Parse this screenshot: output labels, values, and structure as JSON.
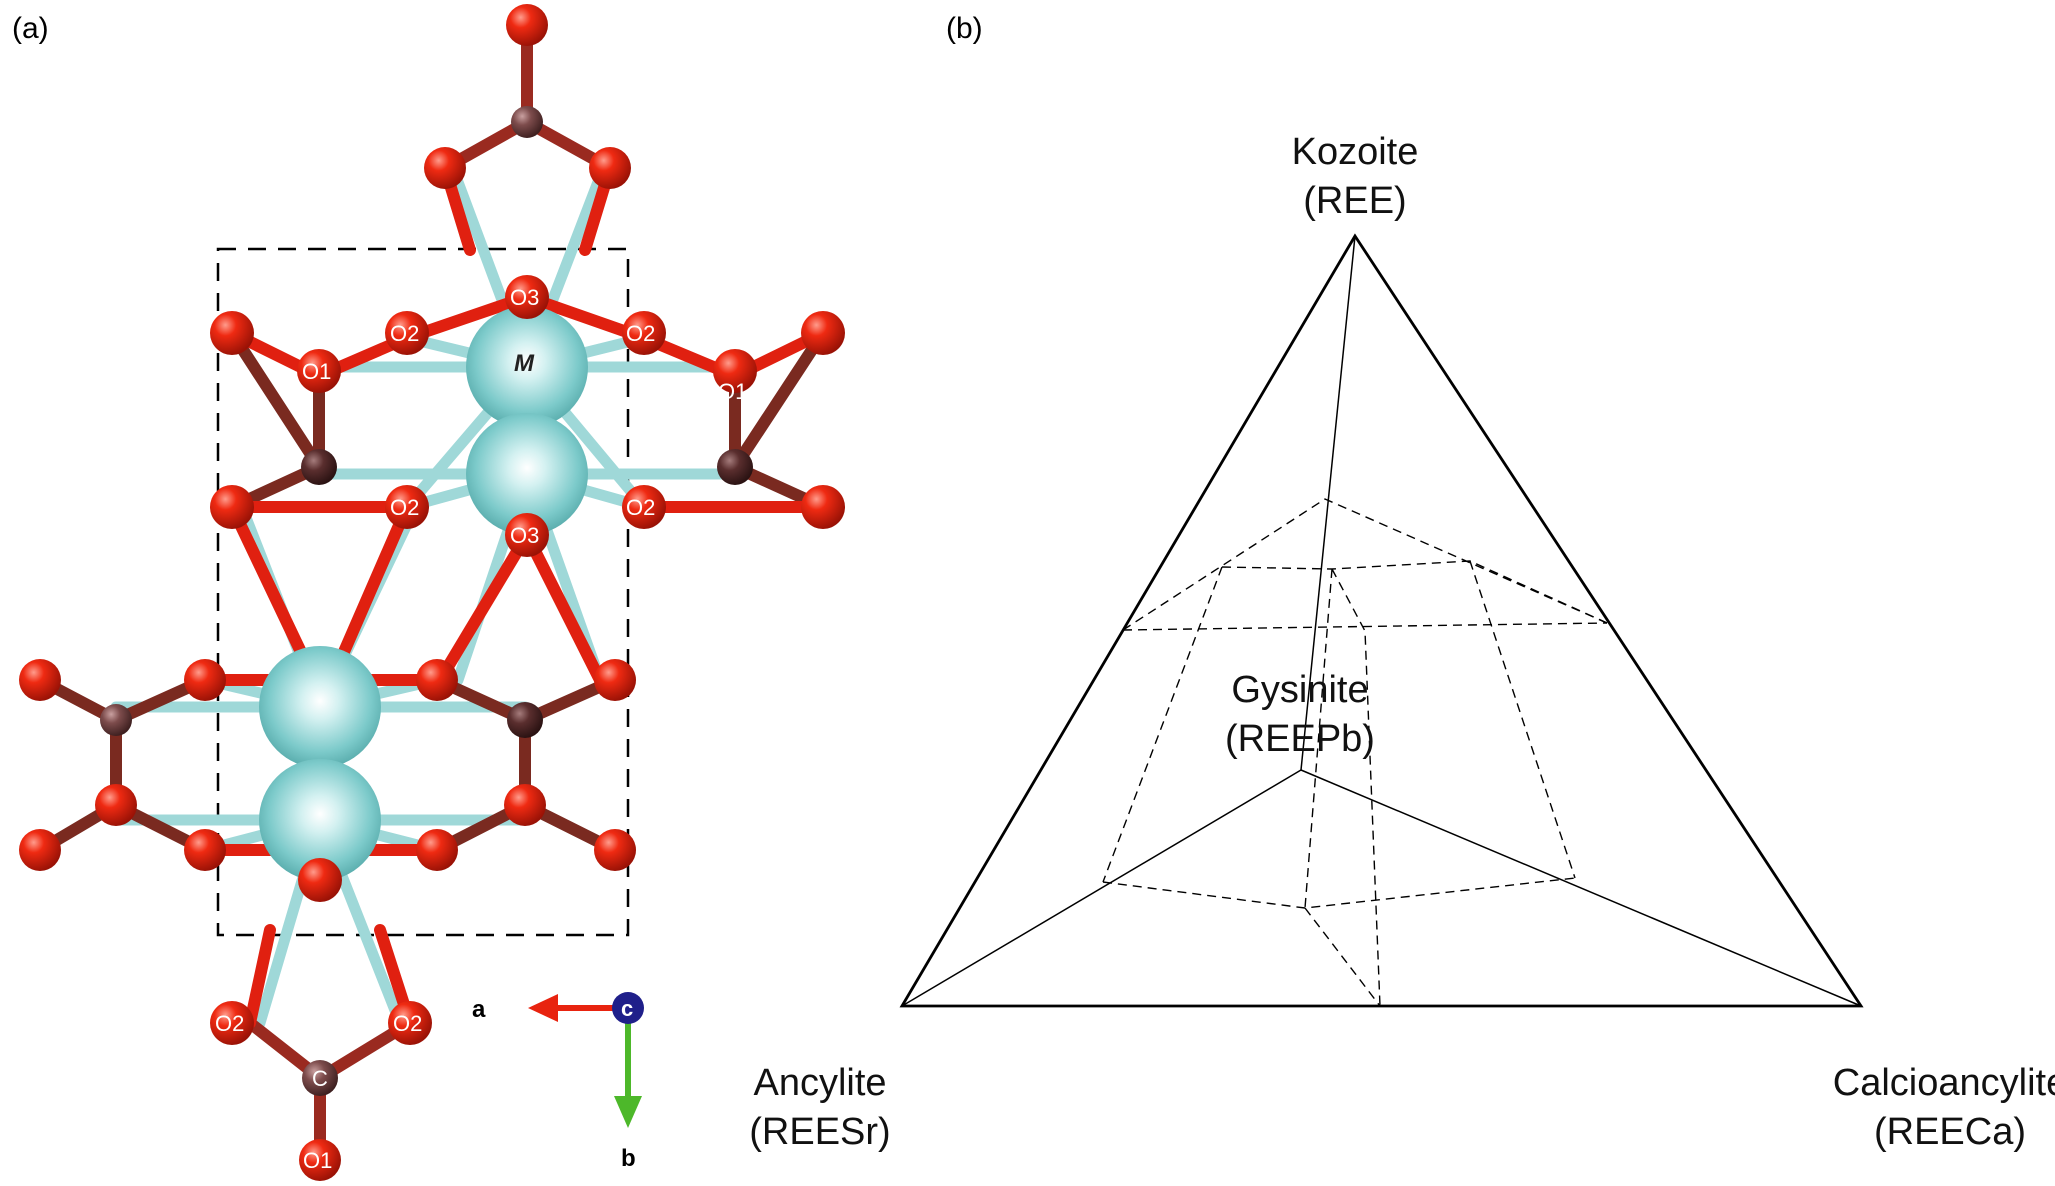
{
  "panels": {
    "a_label": "(a)",
    "b_label": "(b)"
  },
  "structure": {
    "site_label": "M",
    "atom_labels": {
      "o3_top": "O3",
      "o2_upper_left": "O2",
      "o2_upper_right": "O2",
      "o1_left": "O1",
      "o1_right": "O1",
      "o2_mid_left": "O2",
      "o2_mid_right": "O2",
      "o3_mid": "O3",
      "o2_bottom_left": "O2",
      "o2_bottom_right": "O2",
      "c_bottom": "C",
      "o1_bottom": "O1"
    },
    "axes": {
      "a": "a",
      "b": "b",
      "c": "c"
    },
    "colors": {
      "oxygen": "#e8230f",
      "carbon": "#7a4a4a",
      "metal": "#7ecfcf",
      "bond_metal": "#9fd8d8",
      "axis_a": "#e8230f",
      "axis_b": "#4db82a",
      "axis_c": "#1f1f8a"
    }
  },
  "ternary": {
    "vertices": {
      "top_name": "Kozoite",
      "top_formula": "(REE)",
      "left_name": "Ancylite",
      "left_formula": "(REESr)",
      "right_name": "Calcioancylite",
      "right_formula": "(REECa)",
      "inner_name": "Gysinite",
      "inner_formula": "(REEPb)"
    }
  }
}
